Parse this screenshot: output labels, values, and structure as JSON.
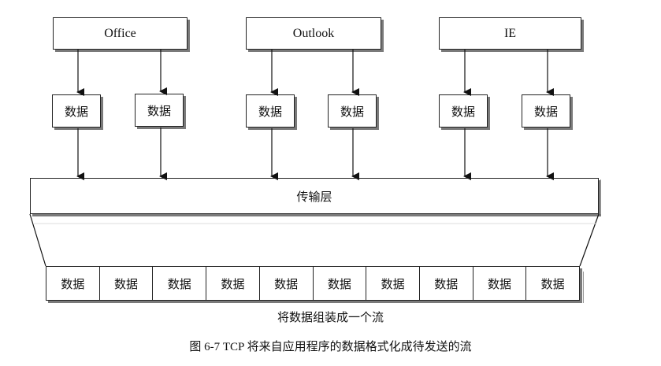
{
  "apps": [
    {
      "label": "Office"
    },
    {
      "label": "Outlook"
    },
    {
      "label": "IE"
    }
  ],
  "data_blocks": [
    {
      "label": "数据"
    },
    {
      "label": "数据"
    },
    {
      "label": "数据"
    },
    {
      "label": "数据"
    },
    {
      "label": "数据"
    },
    {
      "label": "数据"
    }
  ],
  "transport_layer": {
    "label": "传输层"
  },
  "stream": {
    "cells": [
      "数据",
      "数据",
      "数据",
      "数据",
      "数据",
      "数据",
      "数据",
      "数据",
      "数据",
      "数据"
    ],
    "label": "将数据组装成一个流"
  },
  "caption": "图 6-7    TCP 将来自应用程序的数据格式化成待发送的流"
}
